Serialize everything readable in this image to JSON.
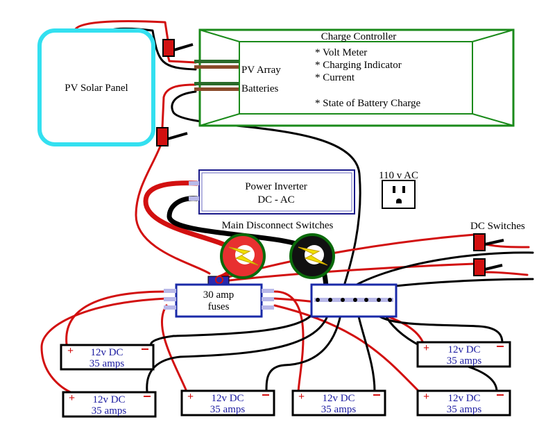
{
  "solar_panel": {
    "label": "PV Solar Panel"
  },
  "charge_controller": {
    "title": "Charge Controller",
    "pv_array_label": "PV Array",
    "batteries_label": "Batteries",
    "features": [
      "* Volt Meter",
      "* Charging Indicator",
      "* Current",
      "* State of Battery Charge"
    ]
  },
  "outlet": {
    "label": "110 v AC"
  },
  "inverter": {
    "line1": "Power Inverter",
    "line2": "DC - AC"
  },
  "main_disconnect": {
    "label": "Main Disconnect Switches"
  },
  "dc_switches": {
    "label": "DC  Switches"
  },
  "fuse_block": {
    "line1": "30 amp",
    "line2": "fuses"
  },
  "batteries": [
    {
      "line1": "12v DC",
      "line2": "35 amps"
    },
    {
      "line1": "12v DC",
      "line2": "35 amps"
    },
    {
      "line1": "12v DC",
      "line2": "35 amps"
    },
    {
      "line1": "12v DC",
      "line2": "35 amps"
    },
    {
      "line1": "12v DC",
      "line2": "35 amps"
    },
    {
      "line1": "12v DC",
      "line2": "35 amps"
    }
  ],
  "colors": {
    "solar_frame": "#33e0f0",
    "controller_frame": "#1a8a1a",
    "inverter_frame": "#1a1a8a",
    "fuse_frame": "#1a2aa8",
    "positive_wire": "#d21010",
    "negative_wire": "#000000",
    "switch_red": "#c81818",
    "lightning": "#f0e000"
  }
}
